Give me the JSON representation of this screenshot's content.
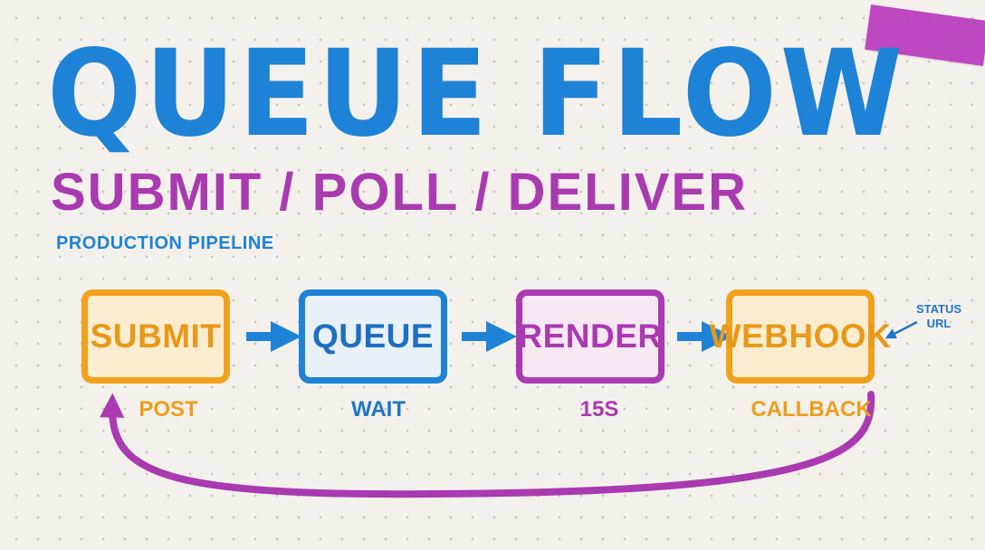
{
  "title": "QUEUE FLOW",
  "subtitle": "SUBMIT / POLL / DELIVER",
  "tagline": "PRODUCTION PIPELINE",
  "nodes": [
    {
      "label": "SUBMIT",
      "caption": "POST",
      "color": "#f0a21c"
    },
    {
      "label": "QUEUE",
      "caption": "WAIT",
      "color": "#1e82d6"
    },
    {
      "label": "RENDER",
      "caption": "15S",
      "color": "#a93ab0"
    },
    {
      "label": "WEBHOOK",
      "caption": "CALLBACK",
      "color": "#f0a21c"
    }
  ],
  "side_note": {
    "line1": "STATUS",
    "line2": "URL"
  },
  "colors": {
    "background": "#f4f1ec",
    "blue": "#1e82d6",
    "purple": "#a93ab0",
    "orange": "#f0a21c",
    "tape": "#bb3fbf"
  }
}
